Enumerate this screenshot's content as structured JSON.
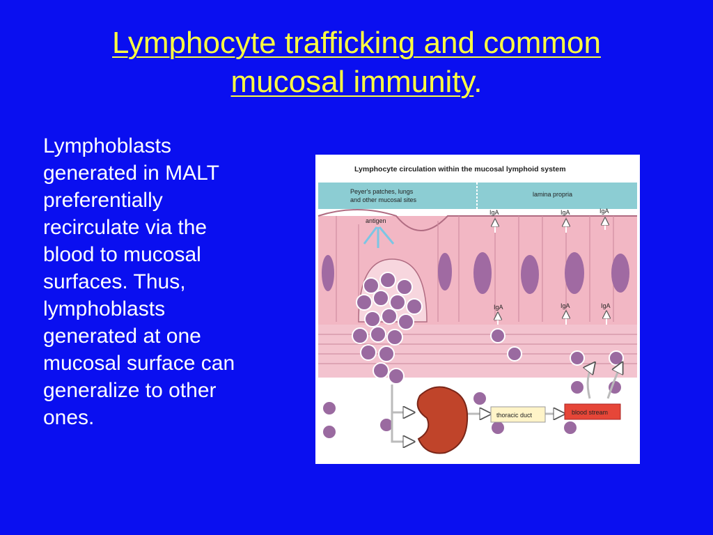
{
  "slide": {
    "title_line1": "Lymphocyte trafficking and common",
    "title_line2": "mucosal immunity",
    "title_period": ".",
    "body": "Lymphoblasts\ngenerated in MALT\npreferentially\nrecirculate via the\nblood to mucosal\nsurfaces.  Thus,\nlymphoblasts\ngenerated at one\nmucosal surface can\ngeneralize to other\nones."
  },
  "figure": {
    "caption": "Lymphocyte circulation within the mucosal lymphoid system",
    "header_left": "Peyer's patches, lungs",
    "header_left_2": "and other mucosal sites",
    "header_right": "lamina propria",
    "antigen": "antigen",
    "iga": "IgA",
    "thoracic_duct": "thoracic duct",
    "blood_stream": "blood stream"
  },
  "colors": {
    "background": "#0a0ff0",
    "title": "#ffff40",
    "header_band": "#8ccdd3",
    "epithelium": "#f2b7c4",
    "nucleus": "#a06aa2",
    "lymph_node": "#c0442a",
    "blood_stream_box": "#e64638",
    "thoracic_duct_box": "#fff4c8"
  }
}
